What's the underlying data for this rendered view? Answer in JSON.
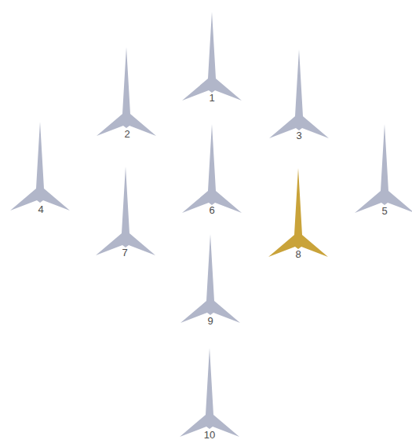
{
  "diagram": {
    "labels": [
      "1",
      "2",
      "3",
      "4",
      "6",
      "5",
      "7",
      "8",
      "9",
      "10"
    ]
  }
}
